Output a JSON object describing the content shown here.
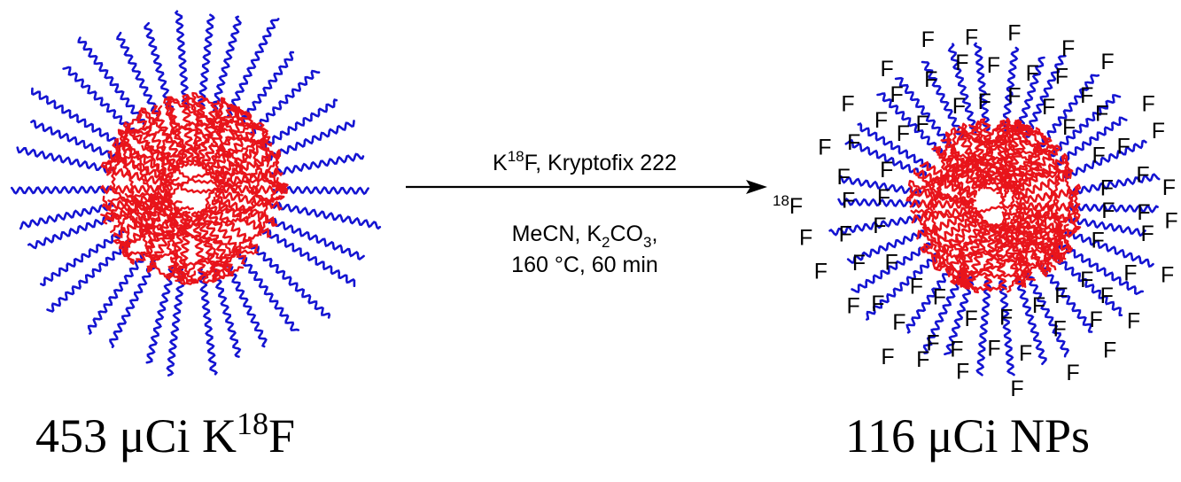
{
  "colors": {
    "core": "#e8141b",
    "corona": "#1414d2",
    "text": "#000000"
  },
  "reactant": {
    "caption": {
      "value": "453 μCi K",
      "sup": "18",
      "tail": "F"
    }
  },
  "reaction": {
    "reagent": {
      "pre": "K",
      "sup": "18",
      "post": "F, Kryptofix 222"
    },
    "solvent_line": {
      "pre": "MeCN, K",
      "sub": "2",
      "mid": "CO",
      "sub2": "3",
      "post": ","
    },
    "conditions": "160 °C, 60 min"
  },
  "product": {
    "caption": "116 μCi NPs",
    "label_sup": "18",
    "atom": "F"
  }
}
